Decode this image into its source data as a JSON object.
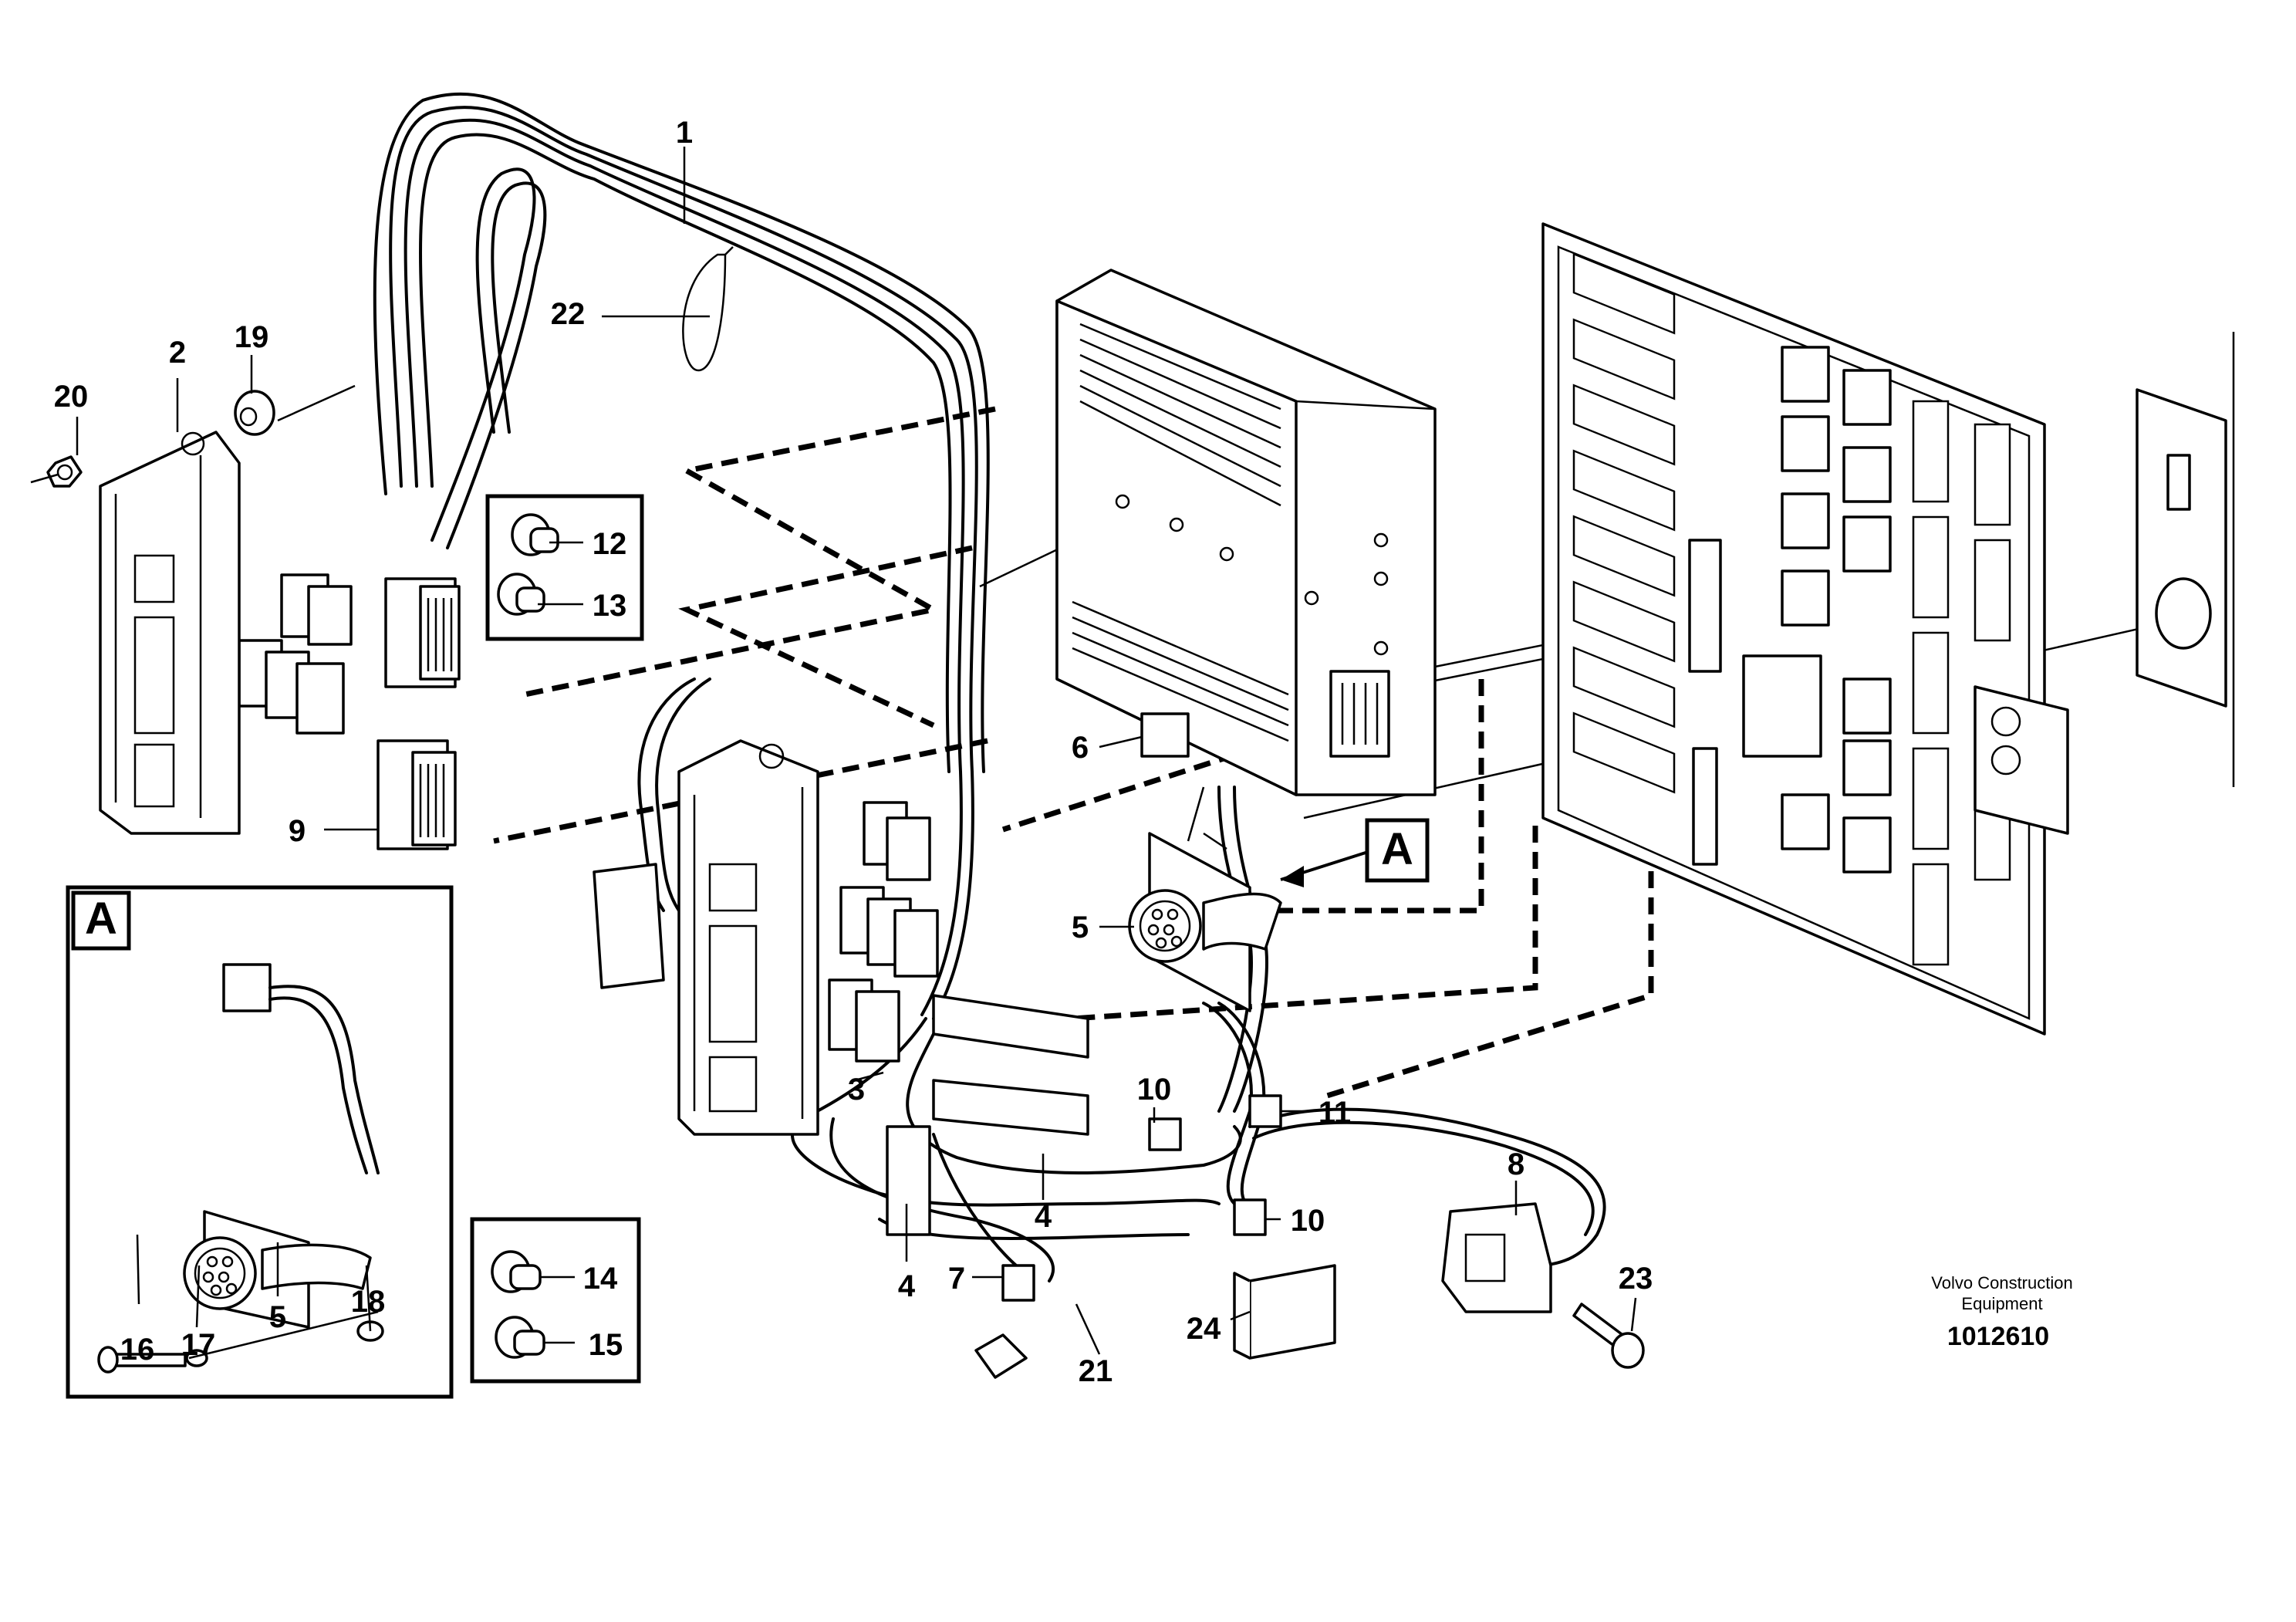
{
  "figure": {
    "credit_line1": "Volvo Construction",
    "credit_line2": "Equipment",
    "document_number": "1012610"
  },
  "detail": {
    "marker": "A"
  },
  "callouts": {
    "p1": "1",
    "p2": "2",
    "p3": "3",
    "p4a": "4",
    "p4b": "4",
    "p5": "5",
    "p5a": "5",
    "p6": "6",
    "p7": "7",
    "p8": "8",
    "p9": "9",
    "p10a": "10",
    "p10b": "10",
    "p11": "11",
    "p12": "12",
    "p13": "13",
    "p14": "14",
    "p15": "15",
    "p16": "16",
    "p17": "17",
    "p18": "18",
    "p19": "19",
    "p20": "20",
    "p21": "21",
    "p22": "22",
    "p23": "23",
    "p24": "24"
  },
  "colors": {
    "line": "#000000",
    "background": "#ffffff"
  }
}
